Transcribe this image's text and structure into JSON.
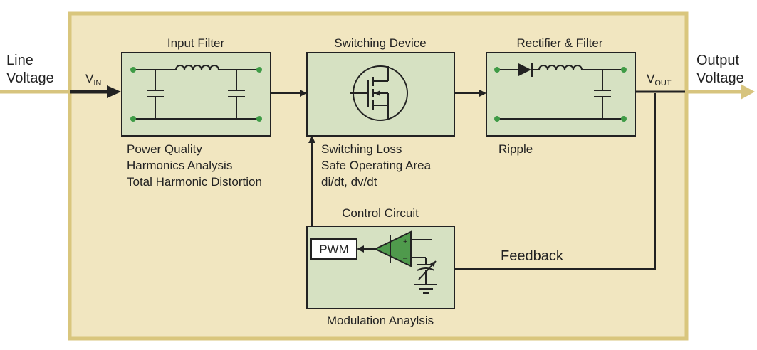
{
  "colors": {
    "outer_fill": "#f1e6c0",
    "outer_border": "#d9c67d",
    "block_fill": "#d6e1c2",
    "terminal": "#3f9b46",
    "comparator": "#4f9a4c",
    "line": "#222222",
    "input_output_line": "#d7c47e"
  },
  "input": {
    "line1": "Line",
    "line2": "Voltage",
    "vin_main": "V",
    "vin_sub": "IN"
  },
  "output": {
    "line1": "Output",
    "line2": "Voltage",
    "vout_main": "V",
    "vout_sub": "OUT"
  },
  "blocks": {
    "input_filter": {
      "title": "Input Filter",
      "notes": [
        "Power Quality",
        "Harmonics Analysis",
        "Total Harmonic Distortion"
      ]
    },
    "switching_device": {
      "title": "Switching Device",
      "notes": [
        "Switching Loss",
        "Safe Operating Area",
        "di/dt, dv/dt"
      ]
    },
    "rectifier_filter": {
      "title": "Rectifier & Filter",
      "notes": [
        "Ripple"
      ]
    },
    "control_circuit": {
      "title": "Control Circuit",
      "pwm_label": "PWM",
      "plus": "+",
      "minus": "–",
      "note": "Modulation Anaylsis"
    }
  },
  "feedback_label": "Feedback",
  "icons": [
    "inductor-icon",
    "capacitor-icon",
    "mosfet-icon",
    "diode-icon",
    "op-amp-icon",
    "variable-reference-icon",
    "ground-icon"
  ]
}
